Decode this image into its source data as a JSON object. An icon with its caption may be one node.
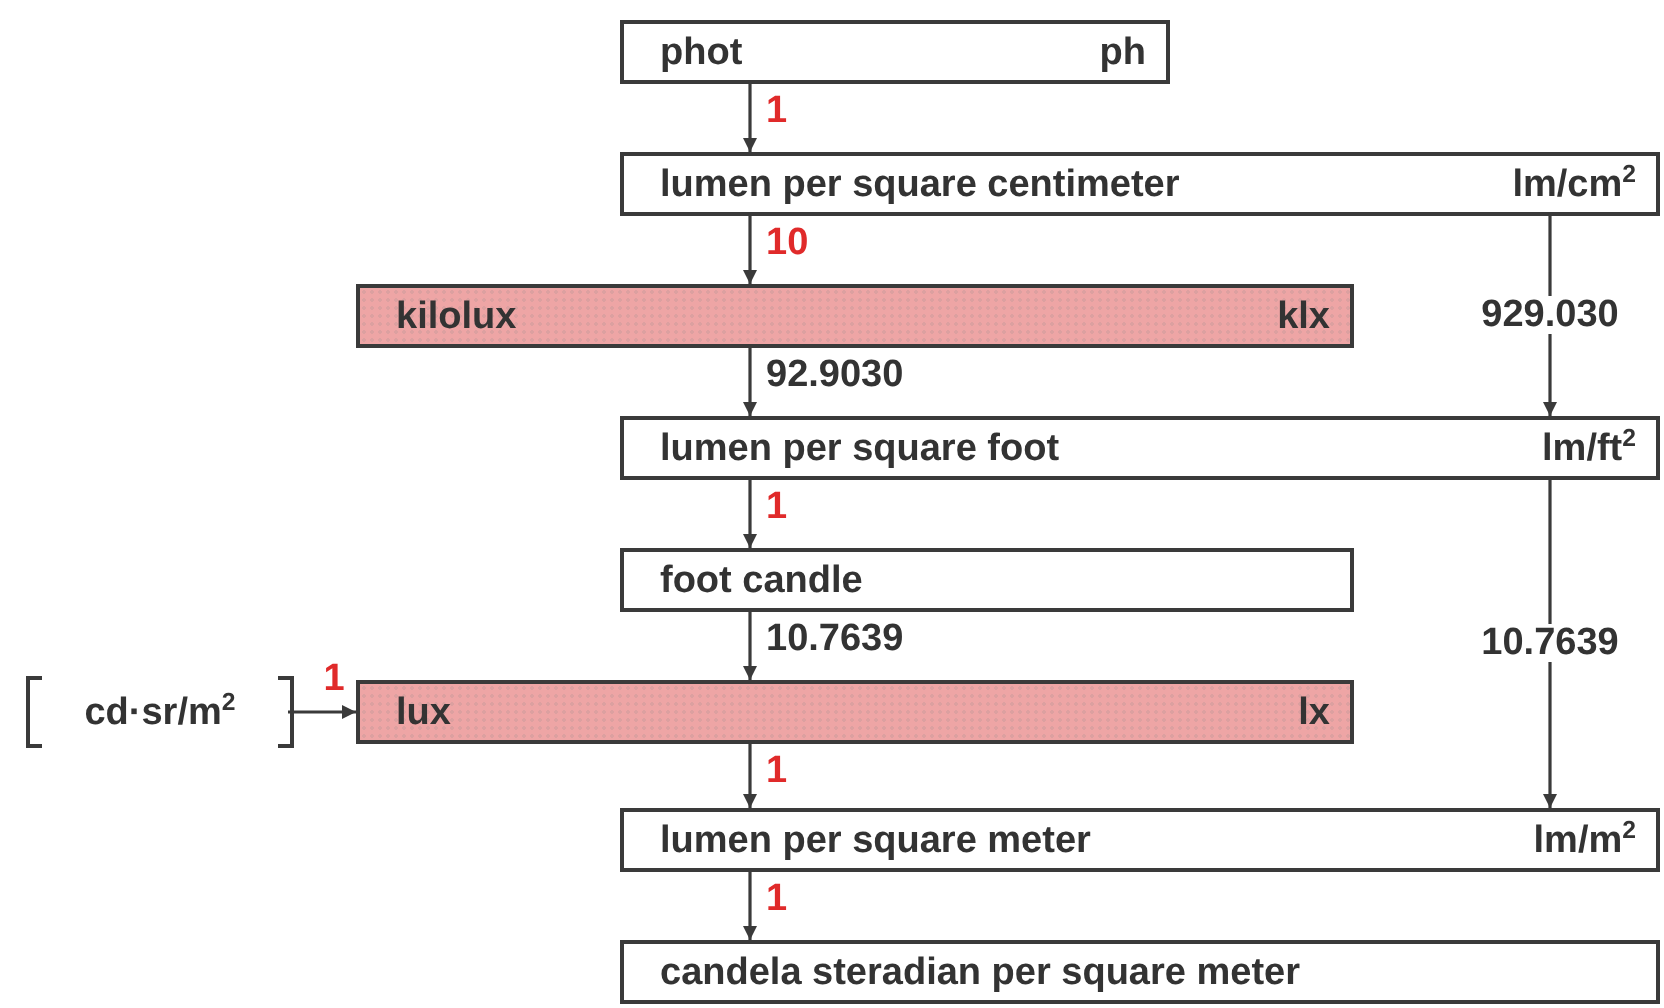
{
  "diagram": {
    "nodes": [
      {
        "text": [
          "phot",
          "ph"
        ]
      },
      {
        "text": [
          "lumen per square centimeter",
          "lm/cm$^{2}$"
        ]
      },
      {
        "text": [
          "kilolux",
          "klx"
        ]
      },
      {
        "text": [
          "lumen per square foot",
          "lm/ft$^{2}$"
        ]
      },
      {
        "text": [
          "foot candle"
        ]
      },
      {
        "text": [
          "cd·sr/m$^{2}$"
        ]
      },
      {
        "text": [
          "lux",
          "lx"
        ]
      },
      {
        "text": [
          "lumen per square meter",
          "lm/m$^{2}$"
        ]
      },
      {
        "text": [
          "candela steradian per square meter"
        ]
      }
    ],
    "edges": [
      {
        "from": 0,
        "to": 1,
        "arrow": "to",
        "label": "1"
      },
      {
        "from": 1,
        "to": 2,
        "arrow": "to",
        "label": "10"
      },
      {
        "from": 1,
        "to": 3,
        "arrow": "to",
        "label": "929.030"
      },
      {
        "from": 2,
        "to": 3,
        "arrow": "to",
        "label": "92.9030"
      },
      {
        "from": 3,
        "to": 4,
        "arrow": "to",
        "label": "1"
      },
      {
        "from": 3,
        "to": 7,
        "arrow": "to",
        "label": "10.7639"
      },
      {
        "from": 4,
        "to": 6,
        "arrow": "to",
        "label": "10.7639"
      },
      {
        "from": 5,
        "to": 6,
        "arrow": "to",
        "label": "1"
      },
      {
        "from": 6,
        "to": 7,
        "arrow": "to",
        "label": "1"
      },
      {
        "from": 7,
        "to": 8,
        "arrow": "to",
        "label": "1"
      }
    ]
  }
}
